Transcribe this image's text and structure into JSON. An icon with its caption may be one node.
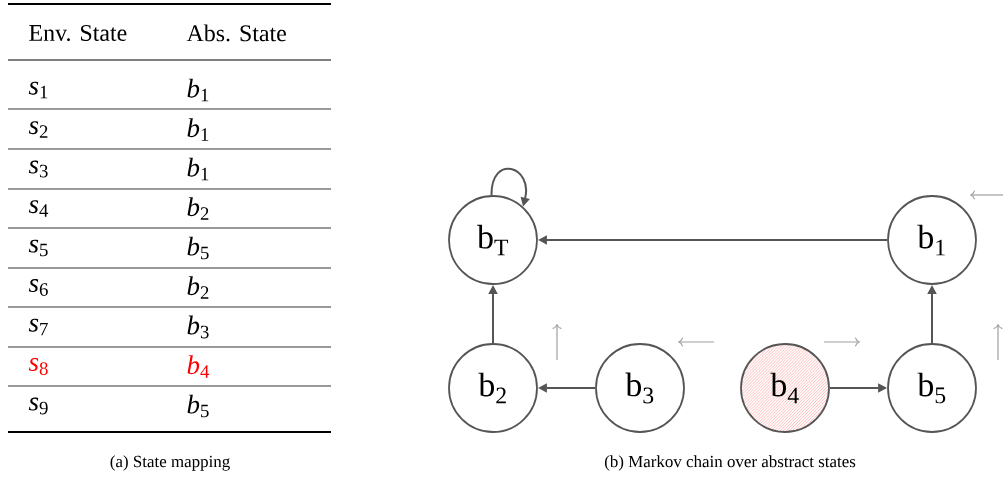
{
  "diagram": {
    "nodes": [
      {
        "text": [
          "b$_{T}$"
        ]
      },
      {
        "text": [
          "b$_{1}$"
        ]
      },
      {
        "text": [
          "b$_{2}$"
        ]
      },
      {
        "text": [
          "b$_{3}$"
        ]
      },
      {
        "text": [
          "b$_{4}$"
        ]
      },
      {
        "text": [
          "b$_{5}$"
        ]
      }
    ],
    "edges": [
      {
        "from": 0,
        "to": 0,
        "arrow": "to"
      },
      {
        "from": 1,
        "to": 0,
        "arrow": "to"
      },
      {
        "from": 2,
        "to": 0,
        "arrow": "to"
      },
      {
        "from": 3,
        "to": 2,
        "arrow": "to"
      },
      {
        "from": 4,
        "to": 5,
        "arrow": "to"
      },
      {
        "from": 5,
        "to": 1,
        "arrow": "to"
      }
    ],
    "labels": [
      "Env. State",
      "Abs. State",
      "*s*$_{1}$",
      "*b*$_{1}$",
      "*s*$_{2}$",
      "*b*$_{1}$",
      "*s*$_{3}$",
      "*b*$_{1}$",
      "*s*$_{4}$",
      "*b*$_{2}$",
      "*s*$_{5}$",
      "*b*$_{5}$",
      "*s*$_{6}$",
      "*b*$_{2}$",
      "*s*$_{7}$",
      "*b*$_{3}$",
      "*s*$_{8}$",
      "*b*$_{4}$",
      "*s*$_{9}$",
      "*b*$_{5}$",
      "(a) State mapping",
      "(b) Markov chain over abstract states"
    ]
  }
}
